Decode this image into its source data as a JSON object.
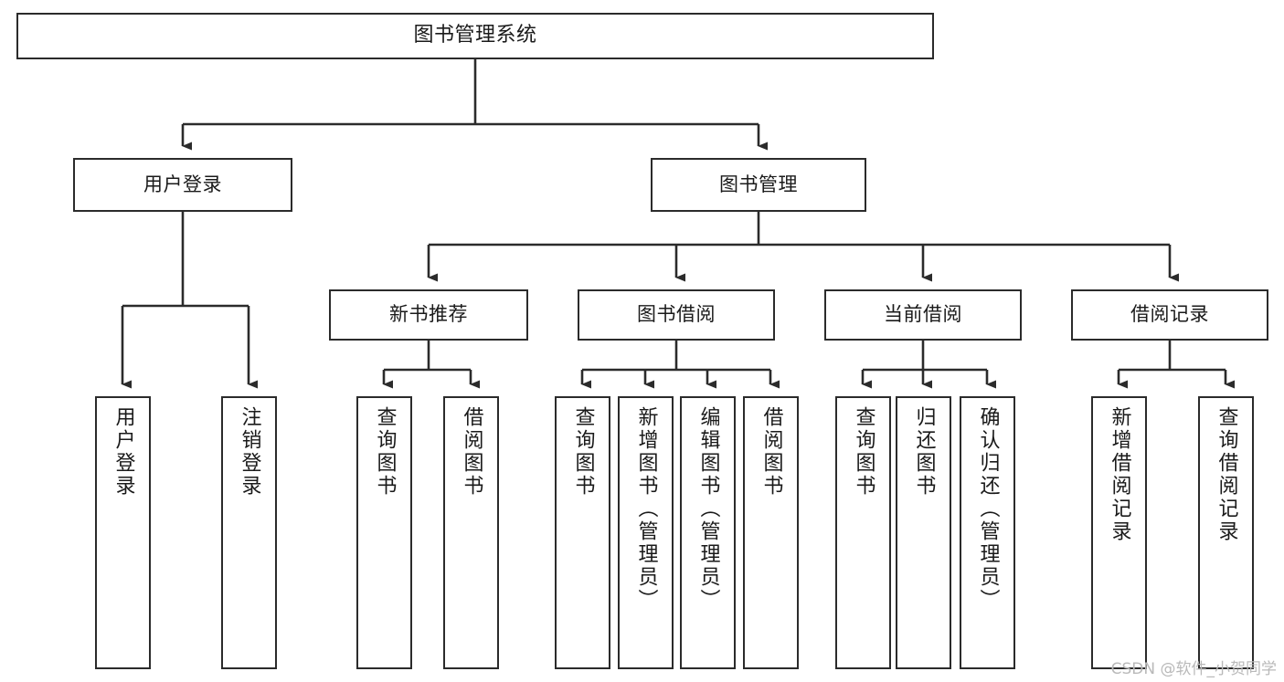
{
  "diagram": {
    "title": "图书管理系统",
    "watermark": "CSDN @软件_小贺同学",
    "line_color": "#2b2b2b",
    "box_fill": "#ffffff",
    "text_color": "#1a1a1a",
    "nodes": {
      "root": {
        "label": "图书管理系统"
      },
      "level2": [
        {
          "id": "user-login",
          "label": "用户登录"
        },
        {
          "id": "book-manage",
          "label": "图书管理"
        }
      ],
      "level3": [
        {
          "id": "new-book-recommend",
          "label": "新书推荐"
        },
        {
          "id": "book-borrow",
          "label": "图书借阅"
        },
        {
          "id": "current-borrow",
          "label": "当前借阅"
        },
        {
          "id": "borrow-record",
          "label": "借阅记录"
        }
      ],
      "leaves": [
        {
          "id": "leaf-user-login",
          "parent": "user-login",
          "label": "用户登录"
        },
        {
          "id": "leaf-logout-login",
          "parent": "user-login",
          "label": "注销登录"
        },
        {
          "id": "leaf-query-book-1",
          "parent": "new-book-recommend",
          "label": "查询图书"
        },
        {
          "id": "leaf-borrow-book-1",
          "parent": "new-book-recommend",
          "label": "借阅图书"
        },
        {
          "id": "leaf-query-book-2",
          "parent": "book-borrow",
          "label": "查询图书"
        },
        {
          "id": "leaf-add-book",
          "parent": "book-borrow",
          "label": "新增图书（管理员）"
        },
        {
          "id": "leaf-edit-book",
          "parent": "book-borrow",
          "label": "编辑图书（管理员）"
        },
        {
          "id": "leaf-borrow-book-2",
          "parent": "book-borrow",
          "label": "借阅图书"
        },
        {
          "id": "leaf-query-book-3",
          "parent": "current-borrow",
          "label": "查询图书"
        },
        {
          "id": "leaf-return-book",
          "parent": "current-borrow",
          "label": "归还图书"
        },
        {
          "id": "leaf-confirm-return",
          "parent": "current-borrow",
          "label": "确认归还（管理员）"
        },
        {
          "id": "leaf-add-record",
          "parent": "borrow-record",
          "label": "新增借阅记录"
        },
        {
          "id": "leaf-query-record",
          "parent": "borrow-record",
          "label": "查询借阅记录"
        }
      ]
    }
  }
}
